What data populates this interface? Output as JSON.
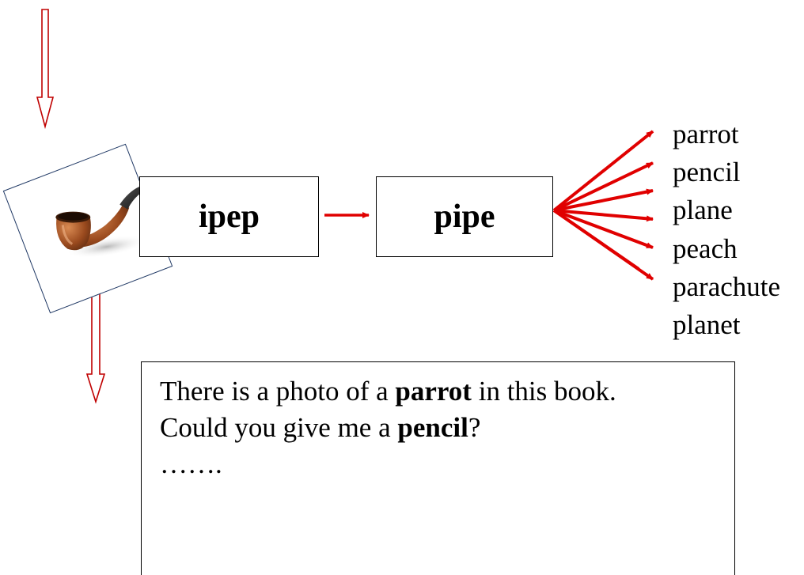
{
  "diagram": {
    "scrambled_word": "ipep",
    "unscrambled_word": "pipe",
    "image_icon": "pipe-icon",
    "arrow_color": "#e00000",
    "hollow_arrow_color": "#c00000",
    "related_words": [
      "parrot",
      "pencil",
      "plane",
      "peach",
      "parachute",
      "planet"
    ],
    "sentences": [
      {
        "before": "There is a photo of a ",
        "bold": "parrot",
        "after": " in this book."
      },
      {
        "before": "Could you give me a ",
        "bold": "pencil",
        "after": "?"
      }
    ],
    "ellipsis": "……."
  }
}
